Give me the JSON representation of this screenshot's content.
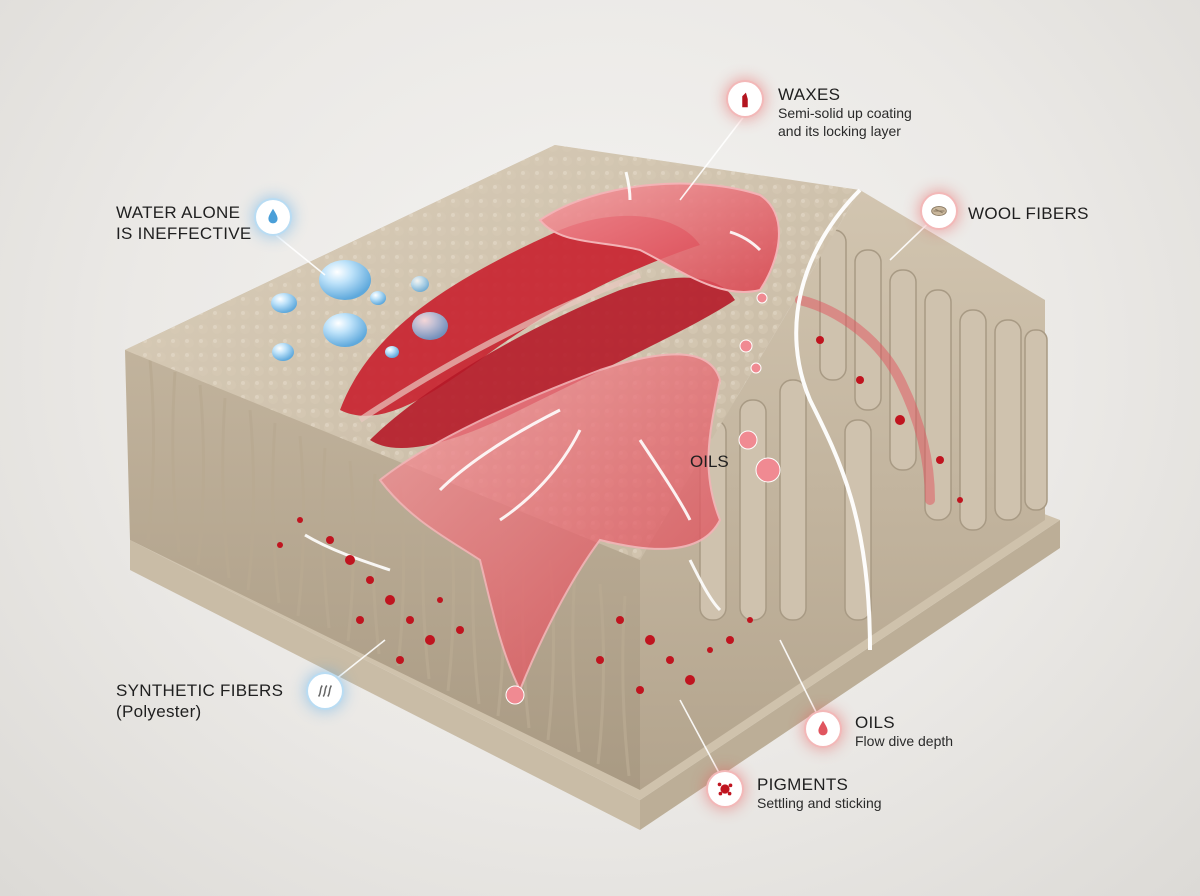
{
  "labels": {
    "waxes": {
      "title": "WAXES",
      "line1": "Semi-solid up coating",
      "line2": "and its locking layer"
    },
    "water": {
      "line1": "WATER ALONE",
      "line2": "IS INEFFECTIVE"
    },
    "wool": {
      "title": "WOOL FIBERS"
    },
    "oils_center": {
      "title": "OILS"
    },
    "synthetic": {
      "title": "SYNTHETIC FIBERS",
      "sub": "(Polyester)"
    },
    "oils": {
      "title": "OILS",
      "sub": "Flow dive depth"
    },
    "pigments": {
      "title": "PIGMENTS",
      "sub": "Settling and sticking"
    }
  },
  "icons": {
    "waxes": "lipstick-icon",
    "water": "water-drop-icon",
    "wool": "wool-fiber-icon",
    "synthetic": "synthetic-fiber-icon",
    "oils": "oil-drop-icon",
    "pigments": "pigment-particle-icon"
  },
  "colors": {
    "stain": "#c8202e",
    "wax": "#e8707a",
    "fiber": "#d8cdbd",
    "water": "#9fd2f2",
    "badge_glow_red": "#e65a5a",
    "badge_glow_blue": "#5aaae6"
  }
}
